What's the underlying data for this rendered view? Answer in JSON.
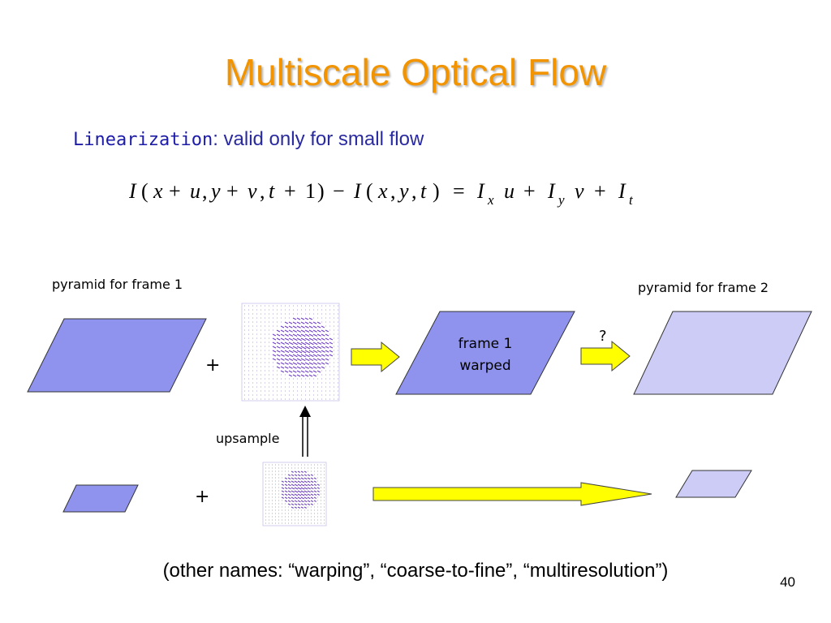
{
  "slide": {
    "title": "Multiscale Optical Flow",
    "subtitle_term": "Linearization",
    "subtitle_rest": ": valid only for small flow",
    "equation": {
      "lhs": [
        "I",
        "(",
        "x",
        "+",
        "u",
        ",",
        "y",
        "+",
        "v",
        ",",
        "t",
        "+",
        "1",
        ")",
        "−",
        "I",
        "(",
        "x",
        ",",
        "y",
        ",",
        "t",
        ")"
      ],
      "eq": "=",
      "rhs_terms": [
        {
          "base": "I",
          "sub": "x",
          "factor": "u"
        },
        {
          "base": "I",
          "sub": "y",
          "factor": "v"
        },
        {
          "base": "I",
          "sub": "t",
          "factor": ""
        }
      ],
      "plus": "+"
    },
    "footer": "(other names: “warping”, “coarse-to-fine”, “multiresolution”)",
    "page_number": "40"
  },
  "diagram": {
    "label_pyramid1": "pyramid for frame 1",
    "label_pyramid2": "pyramid for frame 2",
    "plus_top": "+",
    "plus_bottom": "+",
    "upsample": "upsample",
    "warped_line1": "frame 1",
    "warped_line2": "warped",
    "question": "?"
  },
  "colors": {
    "title": "#F29400",
    "subtitle": "#2a2aa0",
    "frame1_fill": "#8f93ee",
    "frame2_fill": "#ccccf7",
    "arrow_fill": "#ffff00",
    "flow_vectors": "#6e3cc8"
  }
}
